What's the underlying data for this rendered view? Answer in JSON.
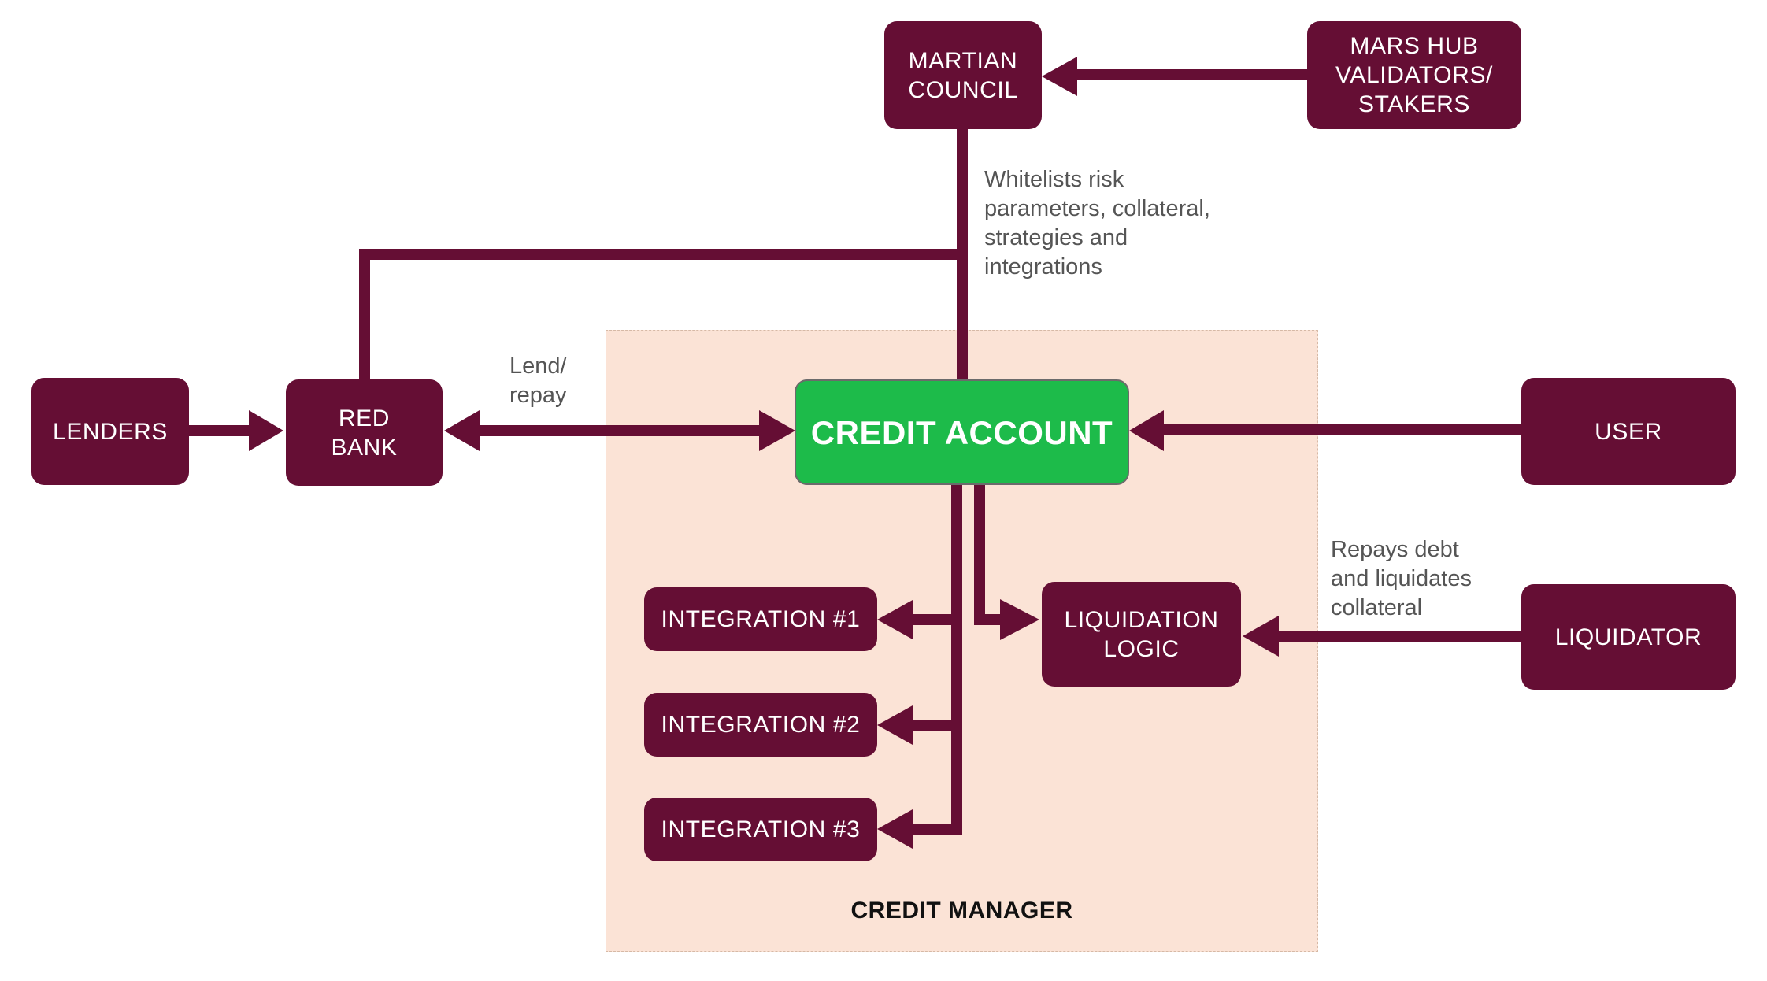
{
  "colors": {
    "node_fill": "#650e34",
    "connector": "#650e34",
    "primary_node_fill": "#1dbb4a",
    "region_fill": "#fbe3d6"
  },
  "region": {
    "title": "CREDIT MANAGER"
  },
  "nodes": {
    "martian_council": "MARTIAN\nCOUNCIL",
    "mars_hub": "MARS HUB\nVALIDATORS/\nSTAKERS",
    "lenders": "LENDERS",
    "red_bank": "RED\nBANK",
    "credit_account": "CREDIT ACCOUNT",
    "user": "USER",
    "integration_1": "INTEGRATION #1",
    "integration_2": "INTEGRATION #2",
    "integration_3": "INTEGRATION #3",
    "liquidation_logic": "LIQUIDATION\nLOGIC",
    "liquidator": "LIQUIDATOR"
  },
  "notes": {
    "whitelists": "Whitelists risk\nparameters, collateral,\nstrategies and\nintegrations",
    "lend_repay": "Lend/\nrepay",
    "repays_debt": "Repays debt\nand liquidates\ncollateral"
  }
}
